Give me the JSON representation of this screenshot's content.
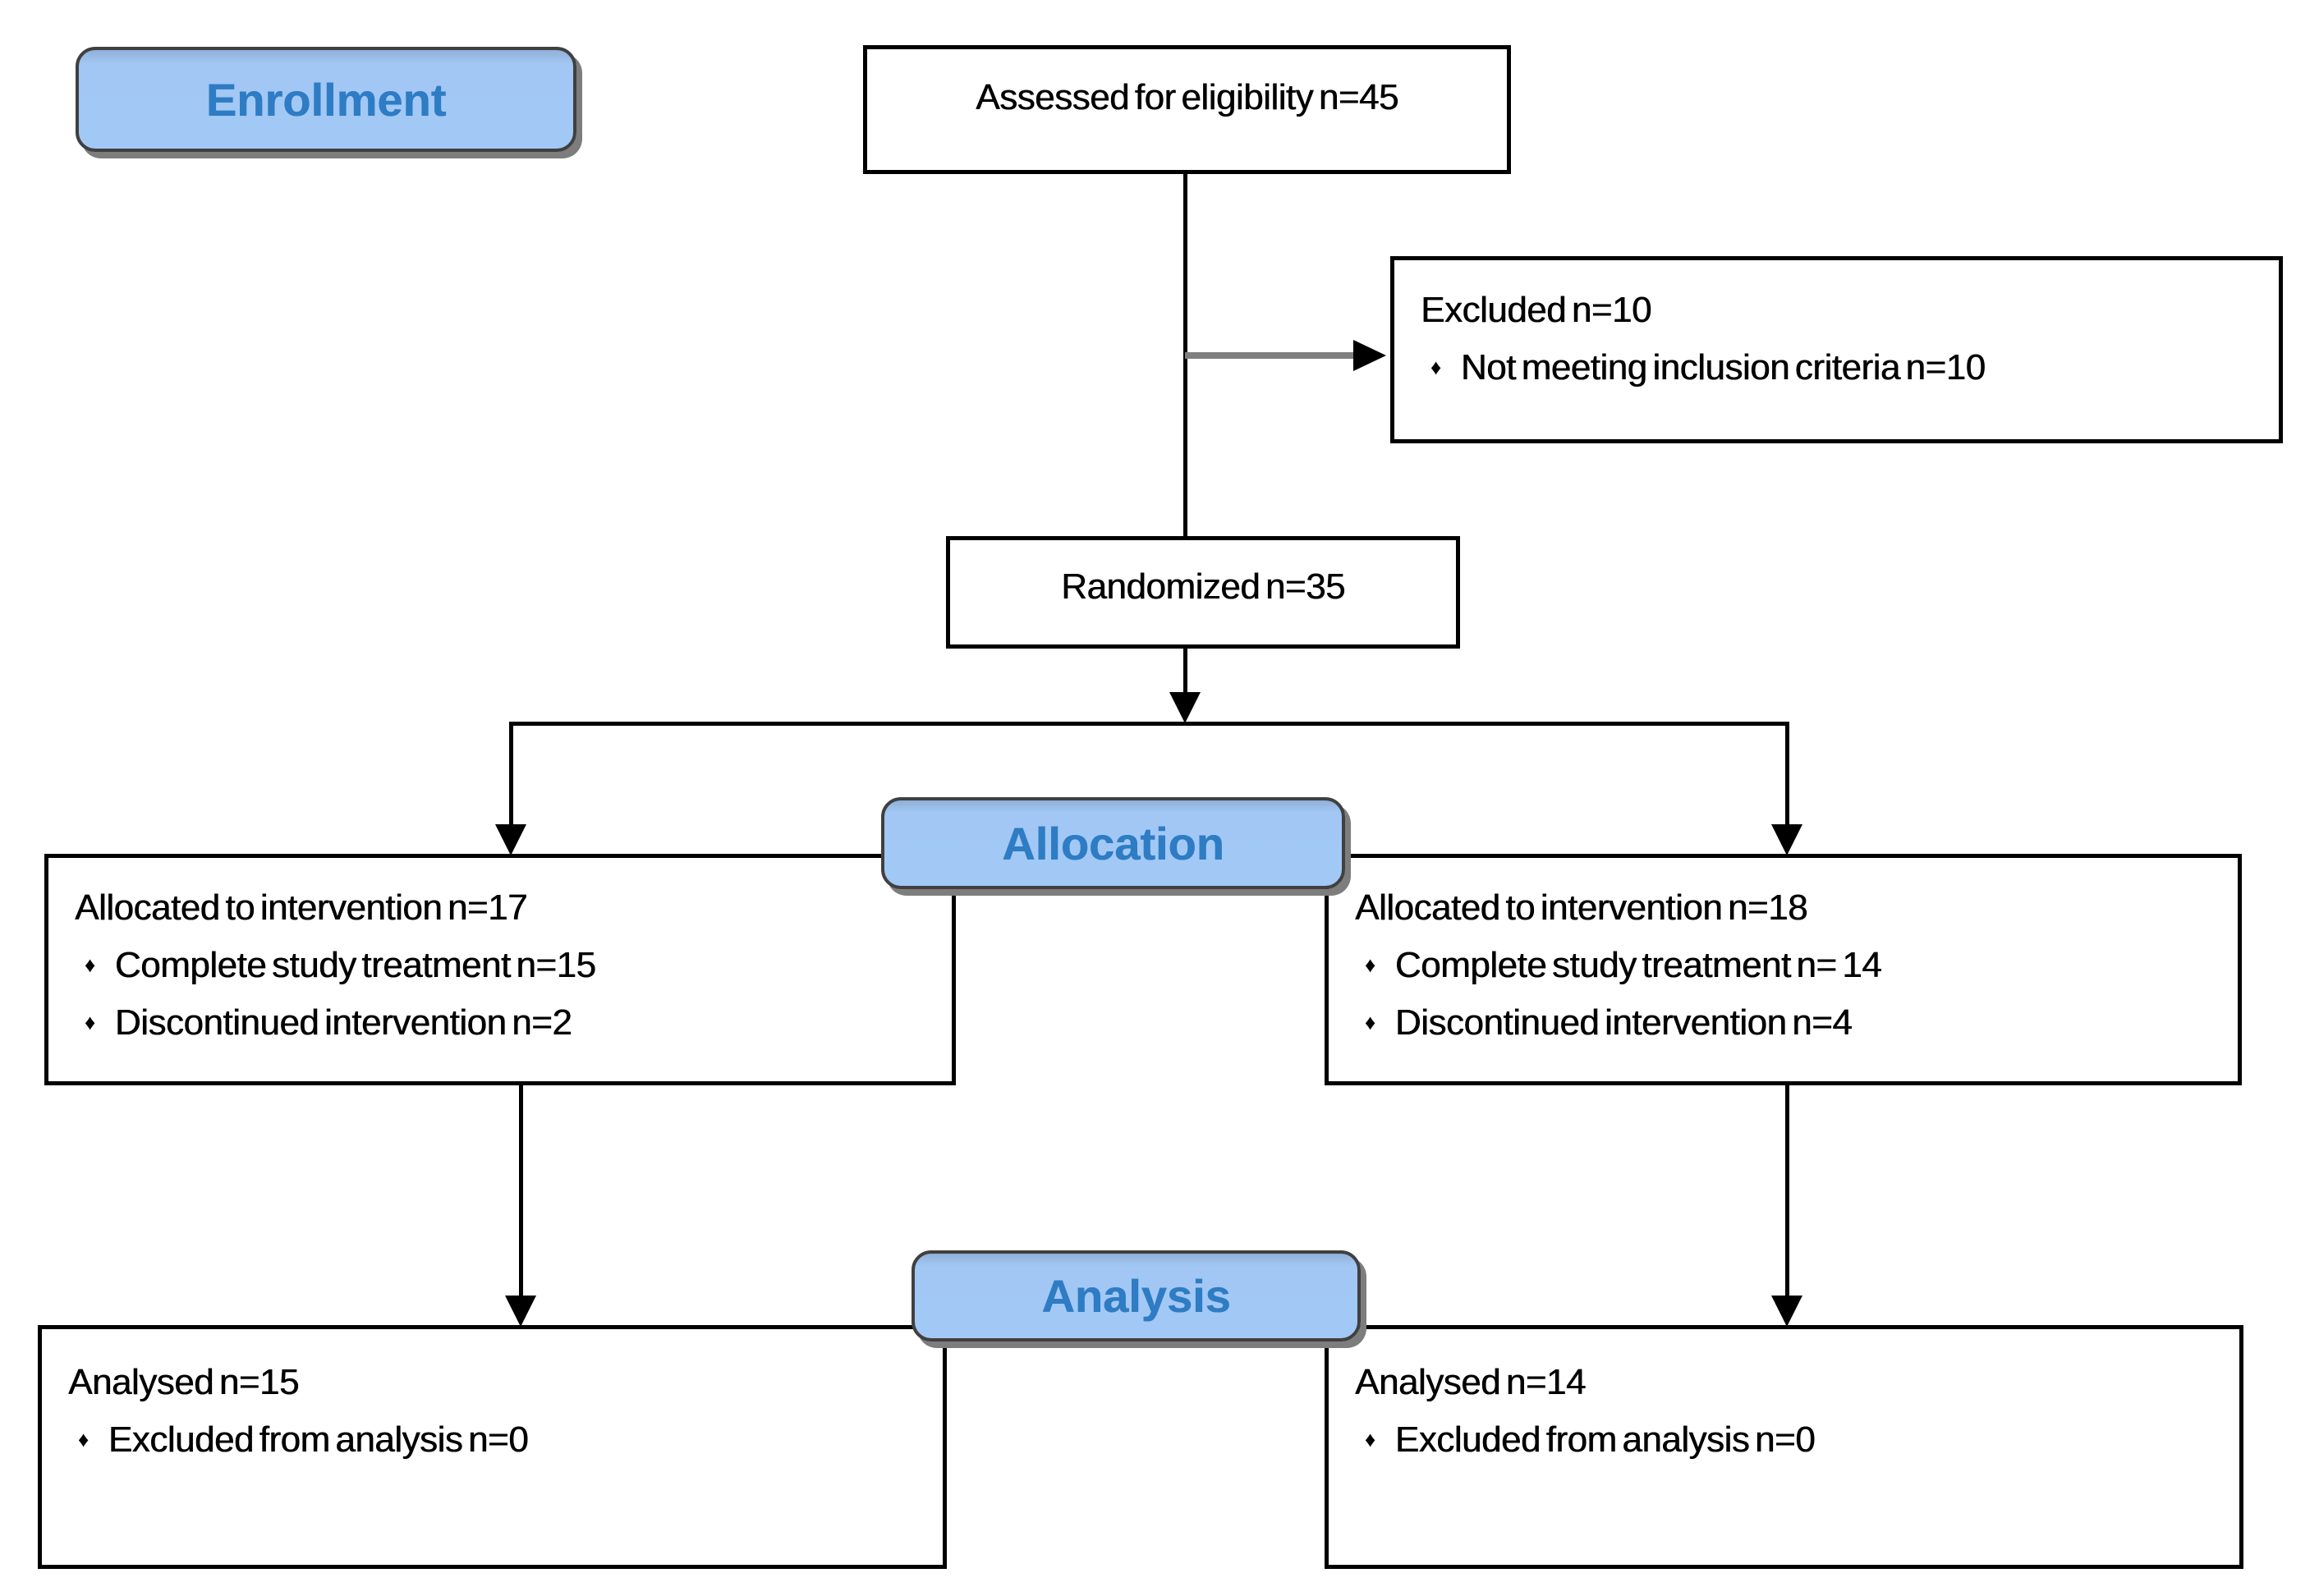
{
  "stages": {
    "enrollment_label": "Enrollment",
    "allocation_label": "Allocation",
    "analysis_label": "Analysis"
  },
  "boxes": {
    "assessed": {
      "text": "Assessed for eligibility n=45"
    },
    "excluded": {
      "title": "Excluded n=10",
      "bullets": [
        "Not meeting inclusion criteria n=10"
      ]
    },
    "randomized": {
      "text": "Randomized n=35"
    },
    "allocated_left": {
      "title": "Allocated to intervention n=17",
      "bullets": [
        "Complete study treatment n=15",
        "Discontinued intervention n=2"
      ]
    },
    "allocated_right": {
      "title": "Allocated to intervention n=18",
      "bullets": [
        "Complete study treatment n= 14",
        "Discontinued intervention n=4"
      ]
    },
    "analysed_left": {
      "title": "Analysed n=15",
      "bullets": [
        "Excluded from analysis n=0"
      ]
    },
    "analysed_right": {
      "title": "Analysed n=14",
      "bullets": [
        "Excluded from analysis n=0"
      ]
    }
  },
  "icons": {
    "bullet_diamond": "♦"
  },
  "colors": {
    "badge_fill": "#A2C8F6",
    "badge_border": "#404040",
    "badge_text": "#2E7CC3",
    "box_border": "#000000",
    "line_black": "#000000",
    "line_gray": "#7F7F7F",
    "background": "#FFFFFF"
  }
}
